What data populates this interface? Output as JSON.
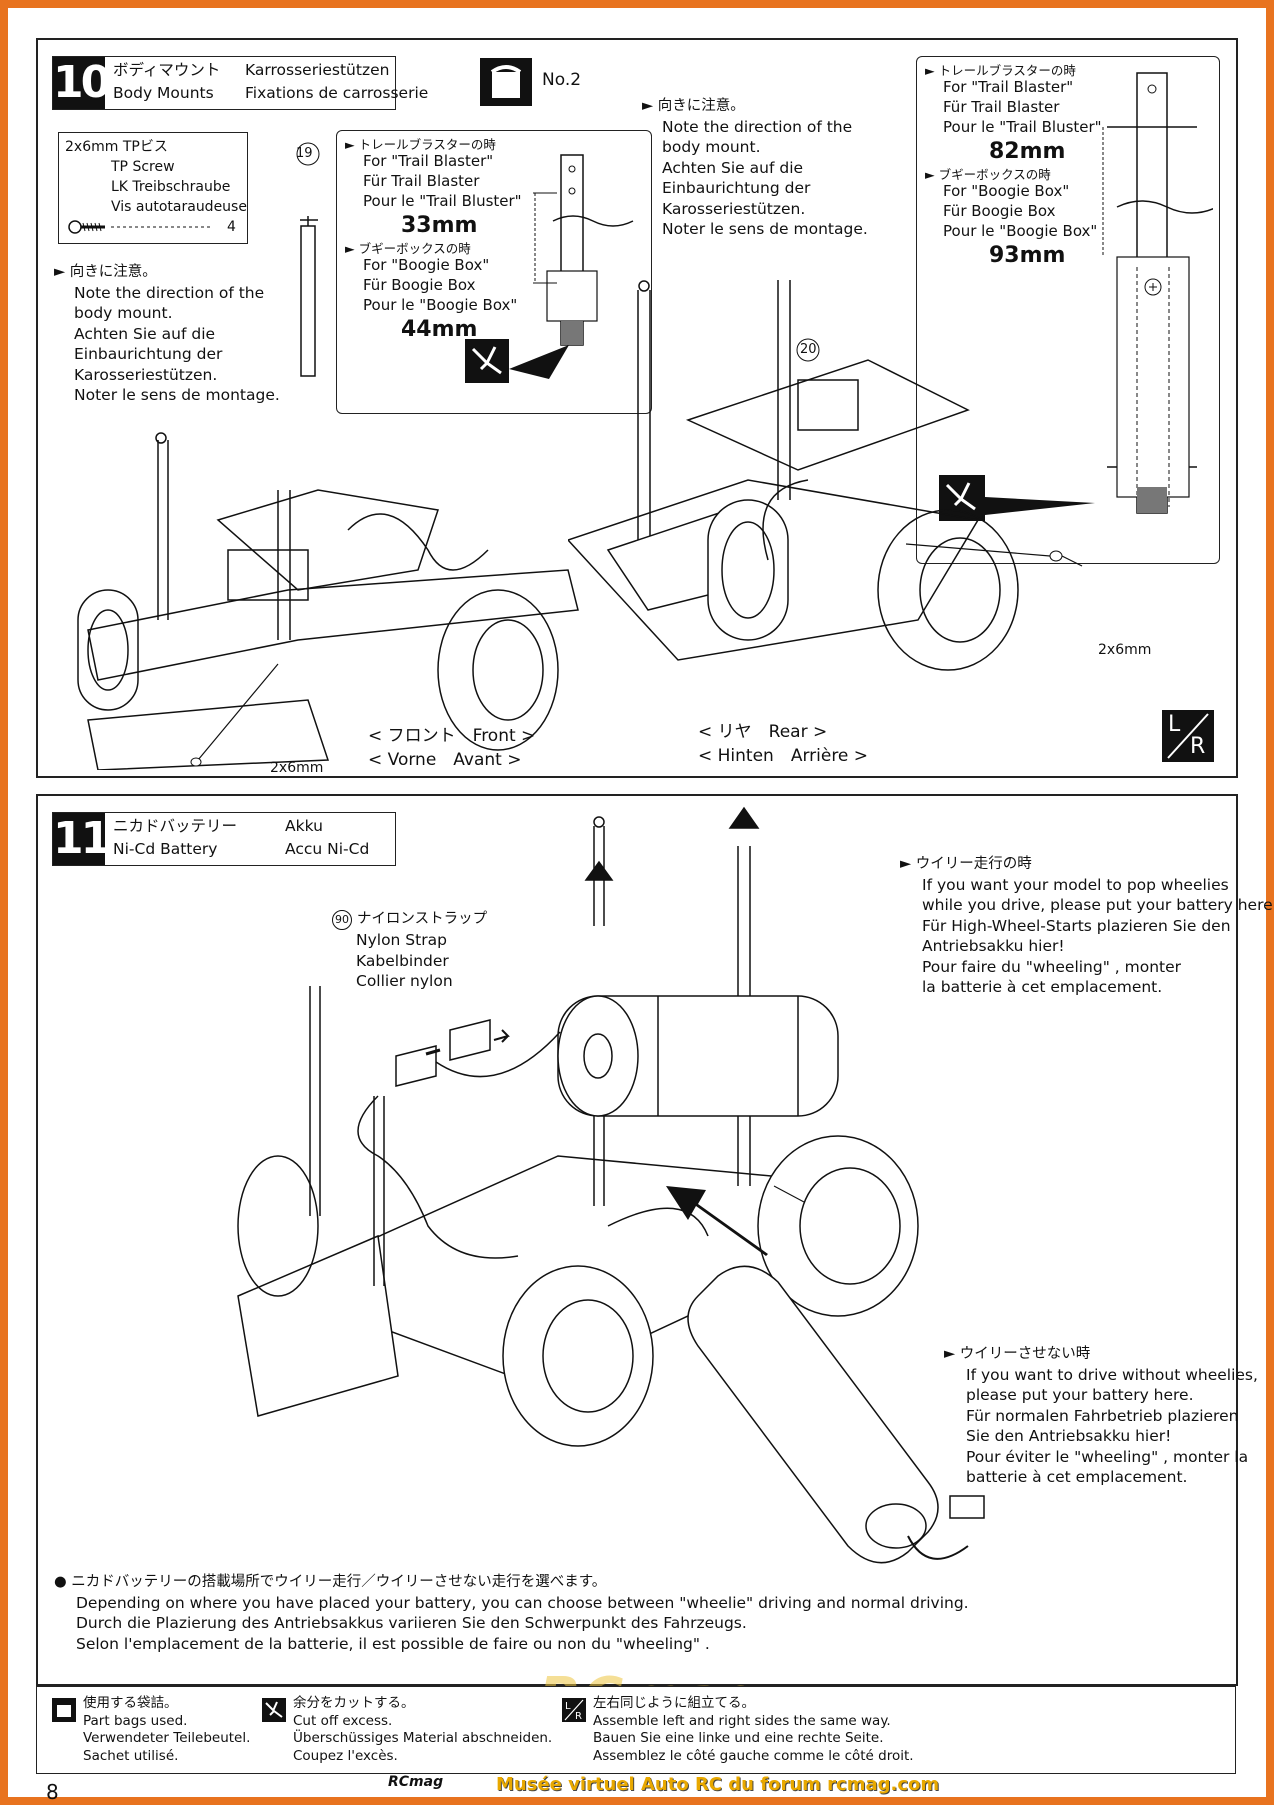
{
  "step10": {
    "number": "10",
    "title_jp": "ボディマウント",
    "title_de": "Karrosseriestützen",
    "title_en": "Body Mounts",
    "title_fr": "Fixations de carrosserie",
    "bag_label": "No.2",
    "screw_box": {
      "size": "2x6mm",
      "name_jp": "TPビス",
      "name_en": "TP Screw",
      "name_de": "LK Treibschraube",
      "name_fr": "Vis autotaraudeuse",
      "qty": "4"
    },
    "note_left": {
      "jp": "向きに注意。",
      "lines": [
        "Note the direction of the",
        "body mount.",
        "Achten Sie auf die",
        "Einbaurichtung der",
        "Karosseriestützen.",
        "Noter le sens de montage."
      ]
    },
    "note_right": {
      "jp": "向きに注意。",
      "lines": [
        "Note the direction of the",
        "body mount.",
        "Achten Sie auf die",
        "Einbaurichtung der",
        "Karosseriestützen.",
        "Noter le sens de montage."
      ]
    },
    "part_front": "19",
    "part_rear": "20",
    "front_callout": {
      "tb_jp": "トレールブラスターの時",
      "tb_lines": [
        "For \"Trail Blaster\"",
        "Für Trail Blaster",
        "Pour le \"Trail Bluster\""
      ],
      "tb_length": "33mm",
      "bb_jp": "ブギーボックスの時",
      "bb_lines": [
        "For \"Boogie Box\"",
        "Für Boogie Box",
        "Pour le \"Boogie Box\""
      ],
      "bb_length": "44mm"
    },
    "rear_callout": {
      "tb_jp": "トレールブラスターの時",
      "tb_lines": [
        "For \"Trail Blaster\"",
        "Für Trail Blaster",
        "Pour le \"Trail Bluster\""
      ],
      "tb_length": "82mm",
      "bb_jp": "ブギーボックスの時",
      "bb_lines": [
        "For \"Boogie Box\"",
        "Für Boogie Box",
        "Pour le \"Boogie Box\""
      ],
      "bb_length": "93mm"
    },
    "screw_front": "2x6mm",
    "screw_rear": "2x6mm",
    "front_label_1": "< フロント　Front >",
    "front_label_2": "< Vorne　Avant >",
    "rear_label_1": "< リヤ　Rear >",
    "rear_label_2": "< Hinten　Arrière >",
    "lr_badge_l": "L",
    "lr_badge_r": "R"
  },
  "step11": {
    "number": "11",
    "title_jp": "ニカドバッテリー",
    "title_de": "Akku",
    "title_en": "Ni-Cd Battery",
    "title_fr": "Accu Ni-Cd",
    "strap": {
      "part": "90",
      "jp": "ナイロンストラップ",
      "lines": [
        "Nylon Strap",
        "Kabelbinder",
        "Collier nylon"
      ]
    },
    "wheelie_note": {
      "jp": "ウイリー走行の時",
      "lines": [
        "If you want your model to pop wheelies",
        "while you drive, please put your battery here.",
        "Für High-Wheel-Starts plazieren Sie den",
        "Antriebsakku hier!",
        "Pour faire du \"wheeling\" , monter",
        "la batterie à cet emplacement."
      ]
    },
    "nowheelie_note": {
      "jp": "ウイリーさせない時",
      "lines": [
        "If you want to drive without wheelies,",
        "please put your battery here.",
        "Für normalen Fahrbetrieb plazieren",
        "Sie den Antriebsakku hier!",
        "Pour éviter le \"wheeling\" , monter la",
        "batterie à cet emplacement."
      ]
    },
    "bottom_note": {
      "jp": "ニカドバッテリーの搭載場所でウイリー走行／ウイリーさせない走行を選べます。",
      "lines": [
        "Depending on where you have placed your battery, you can choose between \"wheelie\" driving and normal driving.",
        "Durch die Plazierung des Antriebsakkus variieren Sie den Schwerpunkt des Fahrzeugs.",
        "Selon l'emplacement de la batterie, il est possible de faire ou non du \"wheeling\" ."
      ]
    },
    "watermark": "RCmag"
  },
  "legend": {
    "bags": {
      "jp": "使用する袋詰。",
      "lines": [
        "Part bags used.",
        "Verwendeter Teilebeutel.",
        "Sachet utilisé."
      ]
    },
    "cut": {
      "jp": "余分をカットする。",
      "lines": [
        "Cut off excess.",
        "Überschüssiges Material abschneiden.",
        "Coupez l'excès."
      ]
    },
    "lr": {
      "jp": "左右同じように組立てる。",
      "lines": [
        "Assemble left and right sides the same way.",
        "Bauen Sie eine linke und eine rechte Seite.",
        "Assemblez le côté gauche comme le côté droit."
      ]
    }
  },
  "page_number": "8",
  "footer": {
    "logo": "RCmag",
    "text": "Musée virtuel Auto RC du forum rcmag.com"
  }
}
